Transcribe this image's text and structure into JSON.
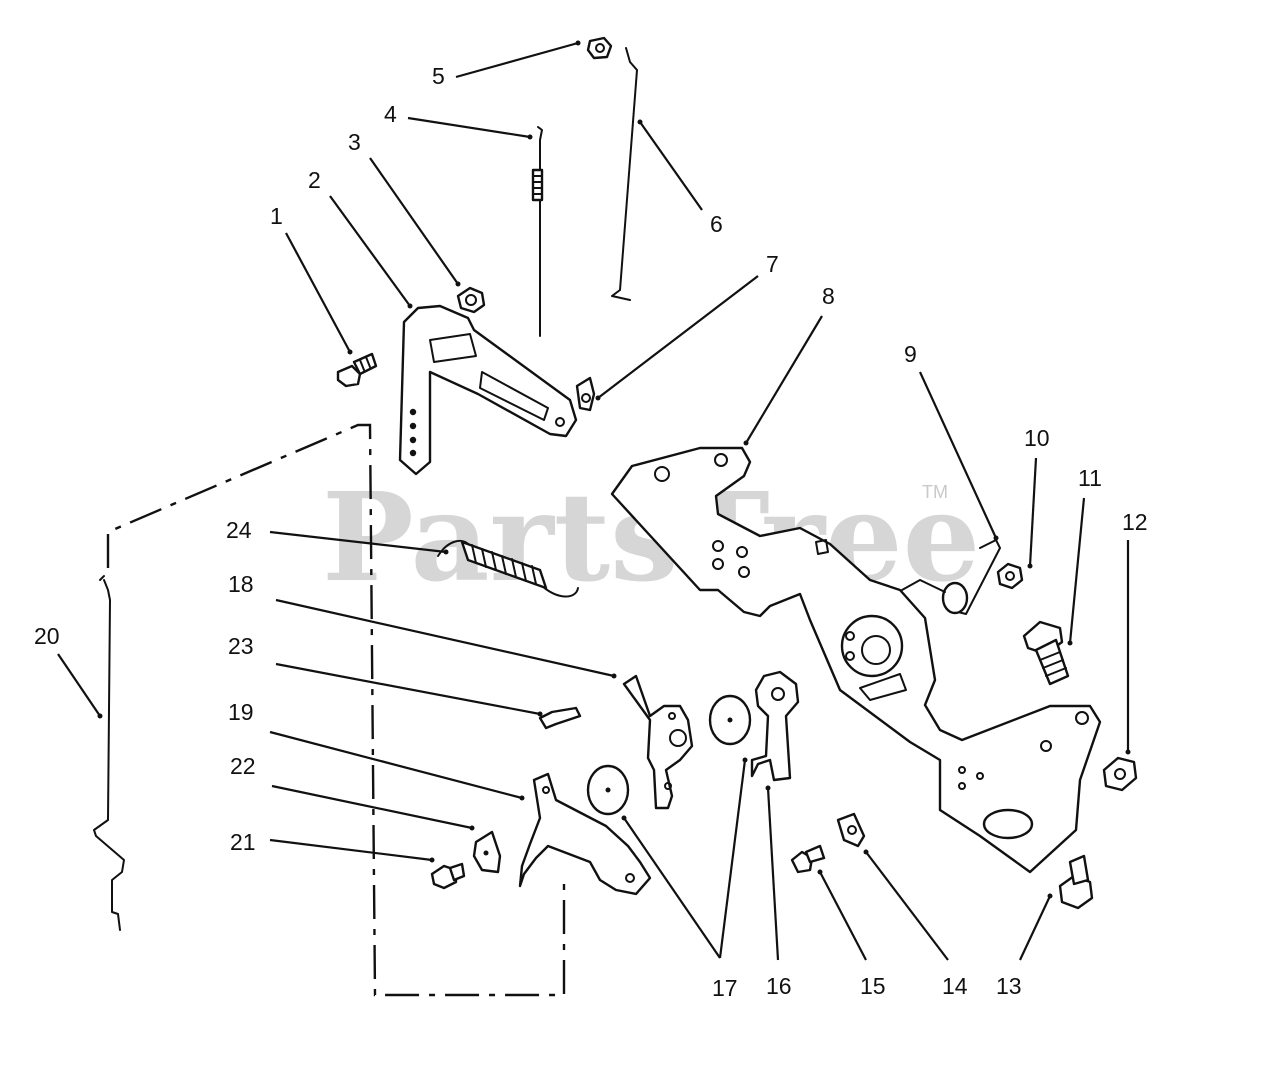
{
  "watermark": {
    "text": "PartsTree",
    "mark": "TM"
  },
  "callouts": [
    "1",
    "2",
    "3",
    "4",
    "5",
    "6",
    "7",
    "8",
    "9",
    "10",
    "11",
    "12",
    "13",
    "14",
    "15",
    "16",
    "17",
    "18",
    "19",
    "20",
    "21",
    "22",
    "23",
    "24"
  ]
}
